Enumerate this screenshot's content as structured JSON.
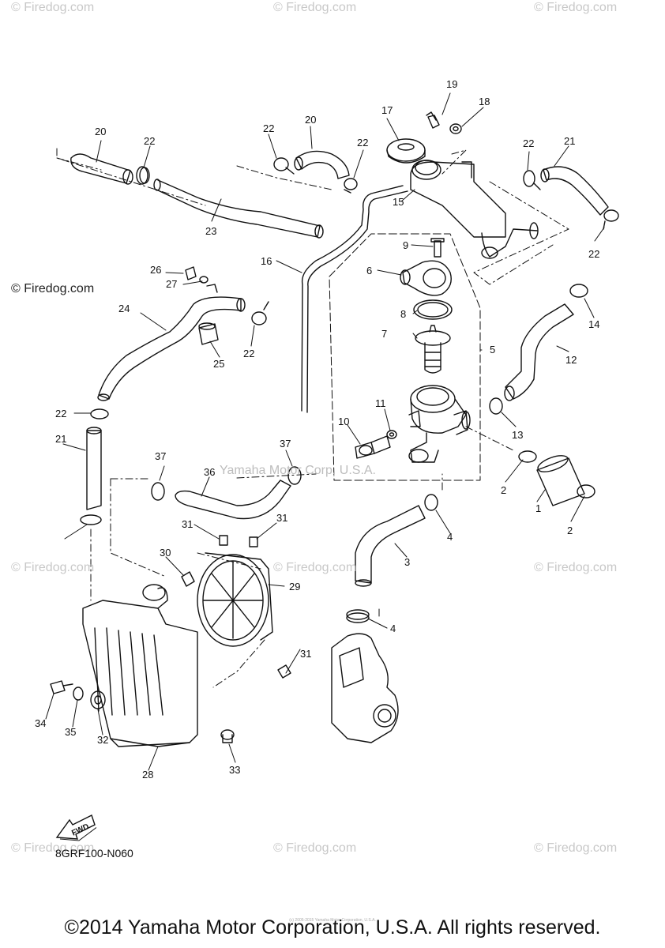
{
  "watermarks": {
    "site": "© Firedog.com",
    "company": "Yamaha Motor Corp, U.S.A."
  },
  "diagram": {
    "code": "8GRF100-N060",
    "fwd_label": "FWD",
    "copyright": "©2014 Yamaha Motor Corporation, U.S.A. All rights reserved.",
    "small_print": "(c) 2005-2015 Yamaha Motor Corporation, U.S.A.",
    "callouts": [
      "1",
      "2",
      "2",
      "3",
      "4",
      "4",
      "5",
      "6",
      "7",
      "8",
      "9",
      "10",
      "11",
      "12",
      "13",
      "14",
      "15",
      "16",
      "17",
      "18",
      "19",
      "20",
      "20",
      "21",
      "21",
      "22",
      "22",
      "22",
      "22",
      "22",
      "22",
      "22",
      "23",
      "24",
      "25",
      "26",
      "27",
      "28",
      "29",
      "30",
      "31",
      "31",
      "31",
      "32",
      "33",
      "34",
      "35",
      "36",
      "37",
      "37"
    ]
  },
  "colors": {
    "line": "#111111",
    "watermark": "#c8c8c8"
  },
  "icons": {
    "fwd": "fwd-arrow-icon"
  }
}
